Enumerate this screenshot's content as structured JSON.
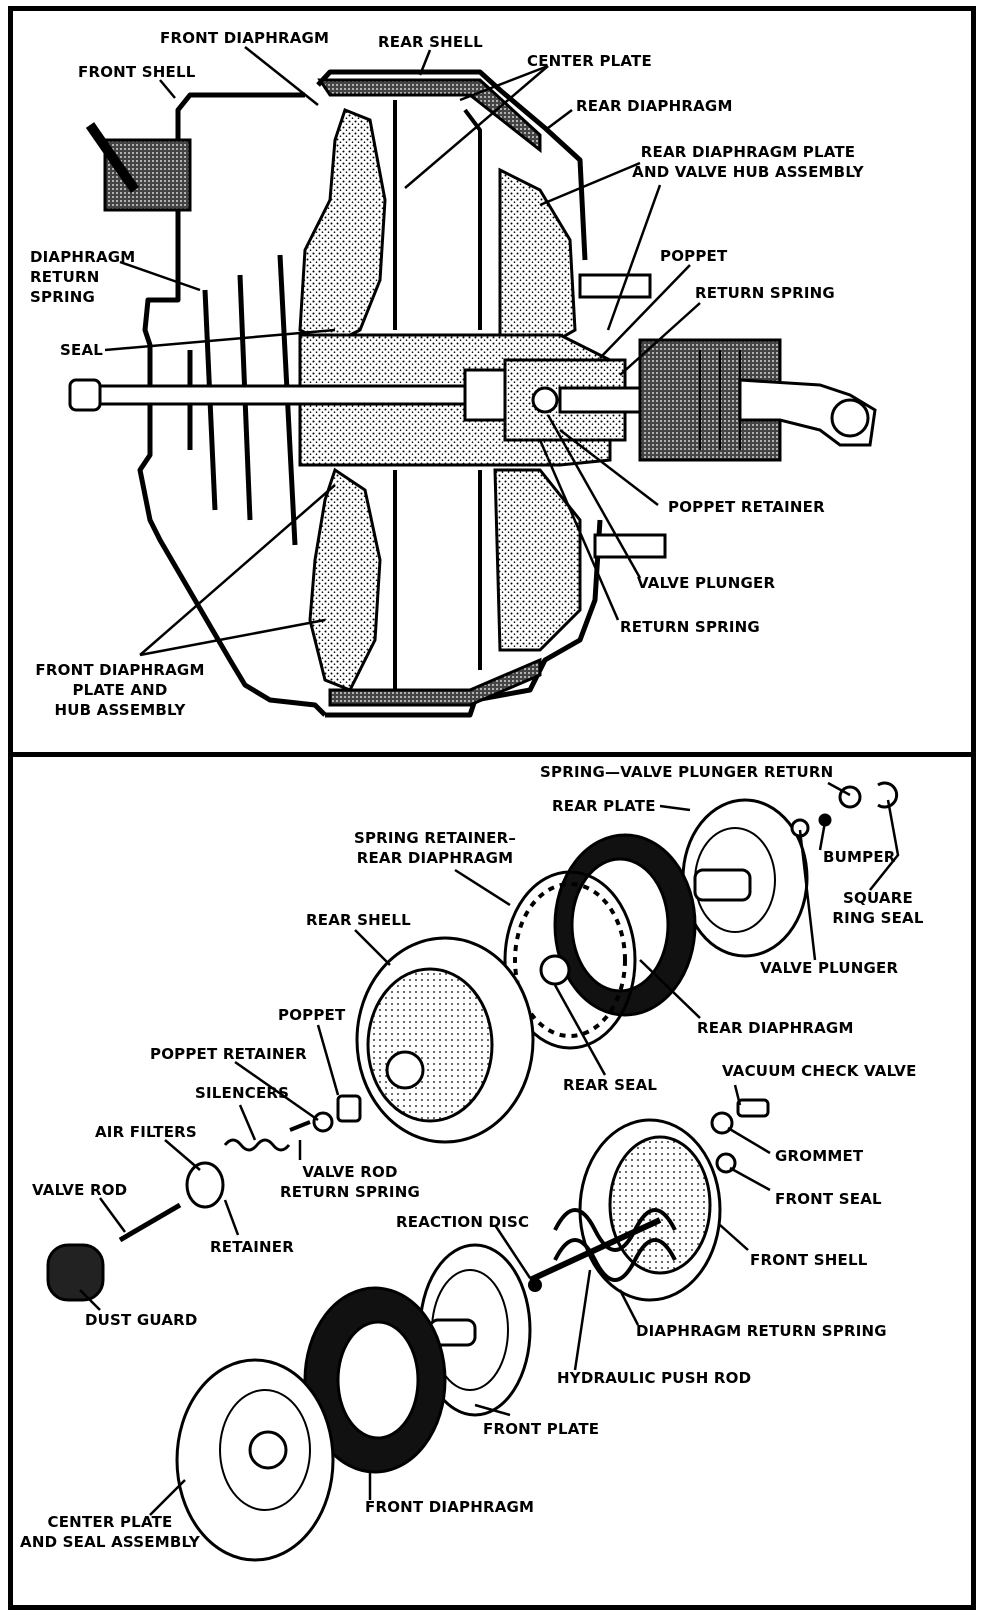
{
  "sectional_view": {
    "labels": {
      "front_diaphragm": "FRONT DIAPHRAGM",
      "rear_shell": "REAR SHELL",
      "center_plate": "CENTER PLATE",
      "front_shell": "FRONT SHELL",
      "rear_diaphragm": "REAR DIAPHRAGM",
      "rear_diaphragm_plate": "REAR DIAPHRAGM PLATE\nAND VALVE HUB ASSEMBLY",
      "diaphragm_return_spring": "DIAPHRAGM\nRETURN\nSPRING",
      "poppet": "POPPET",
      "return_spring_upper": "RETURN SPRING",
      "seal": "SEAL",
      "poppet_retainer": "POPPET RETAINER",
      "valve_plunger": "VALVE PLUNGER",
      "return_spring_lower": "RETURN SPRING",
      "front_diaphragm_plate": "FRONT DIAPHRAGM\nPLATE AND\nHUB ASSEMBLY"
    }
  },
  "exploded_view": {
    "labels": {
      "spring_valve_plunger_return": "SPRING—VALVE PLUNGER RETURN",
      "rear_plate": "REAR PLATE",
      "spring_retainer": "SPRING RETAINER–\nREAR DIAPHRAGM",
      "bumper": "BUMPER",
      "square_ring_seal": "SQUARE\nRING SEAL",
      "rear_shell": "REAR SHELL",
      "valve_plunger": "VALVE PLUNGER",
      "poppet": "POPPET",
      "rear_diaphragm": "REAR DIAPHRAGM",
      "poppet_retainer": "POPPET RETAINER",
      "vacuum_check_valve": "VACUUM CHECK VALVE",
      "rear_seal": "REAR SEAL",
      "silencers": "SILENCERS",
      "grommet": "GROMMET",
      "air_filters": "AIR FILTERS",
      "valve_rod_return_spring": "VALVE ROD\nRETURN SPRING",
      "front_seal": "FRONT SEAL",
      "valve_rod": "VALVE ROD",
      "reaction_disc": "REACTION DISC",
      "retainer": "RETAINER",
      "front_shell": "FRONT SHELL",
      "dust_guard": "DUST GUARD",
      "diaphragm_return_spring": "DIAPHRAGM RETURN SPRING",
      "hydraulic_push_rod": "HYDRAULIC PUSH ROD",
      "front_plate": "FRONT PLATE",
      "front_diaphragm": "FRONT DIAPHRAGM",
      "center_plate": "CENTER PLATE\nAND SEAL ASSEMBLY"
    }
  }
}
